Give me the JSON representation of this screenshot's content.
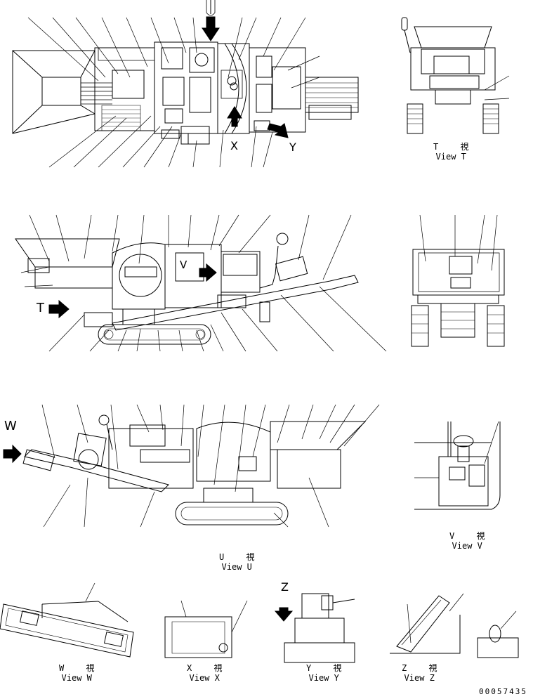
{
  "views": {
    "T": {
      "jp": "T 視",
      "en": "View T"
    },
    "U": {
      "jp": "U 視",
      "en": "View U"
    },
    "V": {
      "jp": "V 視",
      "en": "View V"
    },
    "W": {
      "jp": "W 視",
      "en": "View W"
    },
    "X": {
      "jp": "X 視",
      "en": "View X"
    },
    "Y": {
      "jp": "Y 視",
      "en": "View Y"
    },
    "Z": {
      "jp": "Z 視",
      "en": "View Z"
    }
  },
  "direction_letters": {
    "T": "T",
    "V": "V",
    "W": "W",
    "X": "X",
    "Y": "Y",
    "Z": "Z"
  },
  "doc_number": "00057435"
}
